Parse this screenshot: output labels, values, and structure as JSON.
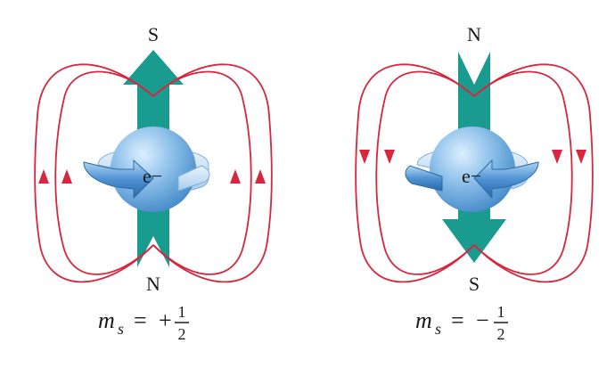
{
  "left_panel": {
    "top_pole": "S",
    "bottom_pole": "N",
    "electron_label": "e−",
    "spin": {
      "symbol": "m",
      "subscript": "s",
      "equals": "=",
      "sign": "+",
      "numerator": "1",
      "denominator": "2"
    }
  },
  "right_panel": {
    "top_pole": "N",
    "bottom_pole": "S",
    "electron_label": "e−",
    "spin": {
      "symbol": "m",
      "subscript": "s",
      "equals": "=",
      "sign": "−",
      "numerator": "1",
      "denominator": "2"
    }
  },
  "colors": {
    "field_line": "#d7263d",
    "magnet_arrow": "#1a9b8f",
    "sphere": "#79b3e0",
    "rotation_arrow": "#4e8fcf"
  }
}
